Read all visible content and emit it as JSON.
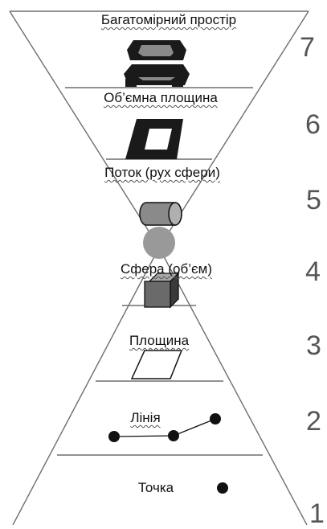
{
  "levels": [
    {
      "number": "7",
      "label": "Багатомірний простір"
    },
    {
      "number": "6",
      "label": "Об’ємна площина"
    },
    {
      "number": "5",
      "label": "Поток (рух сфери)"
    },
    {
      "number": "4",
      "label": "Сфера (об’єм)"
    },
    {
      "number": "3",
      "label": "Площина"
    },
    {
      "number": "2",
      "label": "Лінія"
    },
    {
      "number": "1",
      "label": "Точка"
    }
  ],
  "icons": [
    "stacked-hollow-boxes-icon",
    "hollow-square-icon",
    "cylinder-icon",
    "sphere-icon",
    "cube-icon",
    "parallelogram-icon",
    "polyline-icon",
    "dot-icon"
  ],
  "colors": {
    "outline": "#6e6e6e",
    "fill": "#1a1a1a",
    "gray": "#8a8a8a",
    "sphere": "#999999",
    "number": "#555555"
  }
}
